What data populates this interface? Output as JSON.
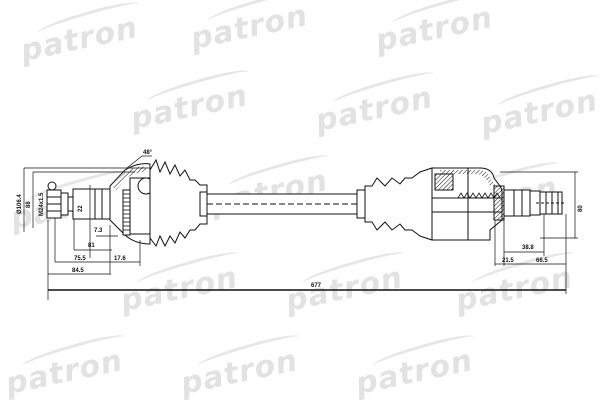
{
  "brand": {
    "watermark_text": "patron",
    "watermark_color": "#e2e2e2"
  },
  "drawing": {
    "subject": "drive shaft (CV axle) technical drawing",
    "line_color": "#111111",
    "dimensions": {
      "boot_angle": "48°",
      "left_outer_dia": "Ø106.4",
      "left_housing_dia": "88",
      "left_stub_thread": "M24x1.5",
      "left_stub_dia": "22",
      "left_small_offset": "7.3",
      "left_len_81": "81",
      "left_len_75_5": "75.5",
      "left_len_17_6": "17.6",
      "left_len_84_5": "84.5",
      "overall_length": "677",
      "right_len_38_8": "38.8",
      "right_len_21_5": "21.5",
      "right_len_66_5": "66.5",
      "right_dia": "80"
    }
  }
}
